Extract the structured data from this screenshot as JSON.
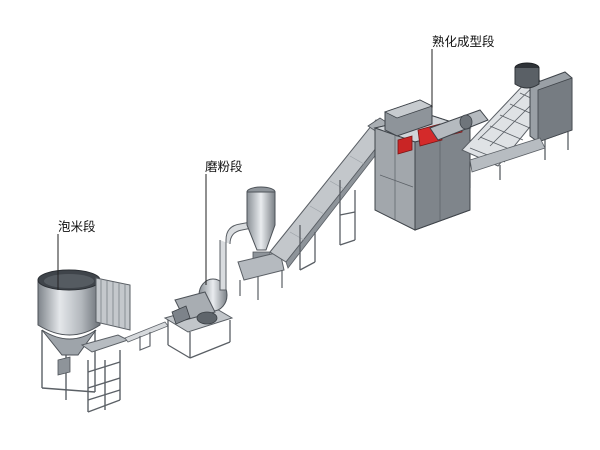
{
  "stages": {
    "soaking": "泡米段",
    "milling": "磨粉段",
    "forming": "熟化成型段"
  },
  "colors": {
    "metal_light": "#c9cdd1",
    "metal_mid": "#9aa0a6",
    "metal_dark": "#4a4f55",
    "accent_red": "#d42a2a",
    "callout_line": "#222222"
  }
}
